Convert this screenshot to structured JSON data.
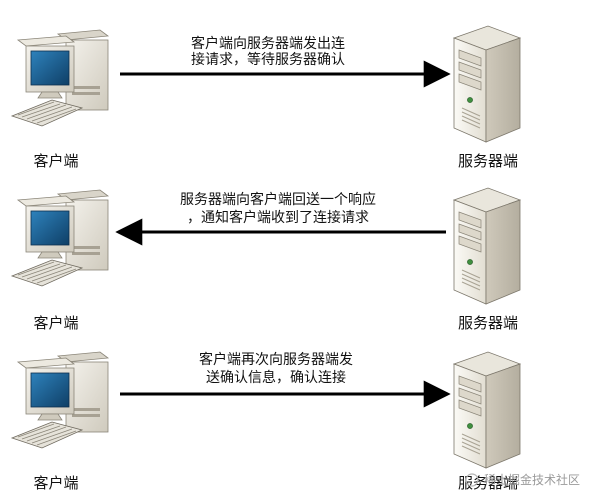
{
  "diagram": {
    "client_label": "客户端",
    "server_label": "服务器端",
    "rows": [
      {
        "direction": "to-server",
        "message_lines": [
          "客户端向服务器端发出连",
          "接请求，等待服务器确认"
        ]
      },
      {
        "direction": "to-client",
        "message_lines": [
          "服务器端向客户端回送一个响应",
          "，通知客户端收到了连接请求"
        ]
      },
      {
        "direction": "to-server",
        "message_lines": [
          "客户端再次向服务器端发",
          "送确认信息，确认连接"
        ]
      }
    ],
    "watermark": "稀土掘金技术社区",
    "colors": {
      "arrow": "#000000",
      "text": "#111111",
      "monitor_body": "#e6e3da",
      "screen": "#1b5c86",
      "server_body": "#f1efe7"
    }
  }
}
